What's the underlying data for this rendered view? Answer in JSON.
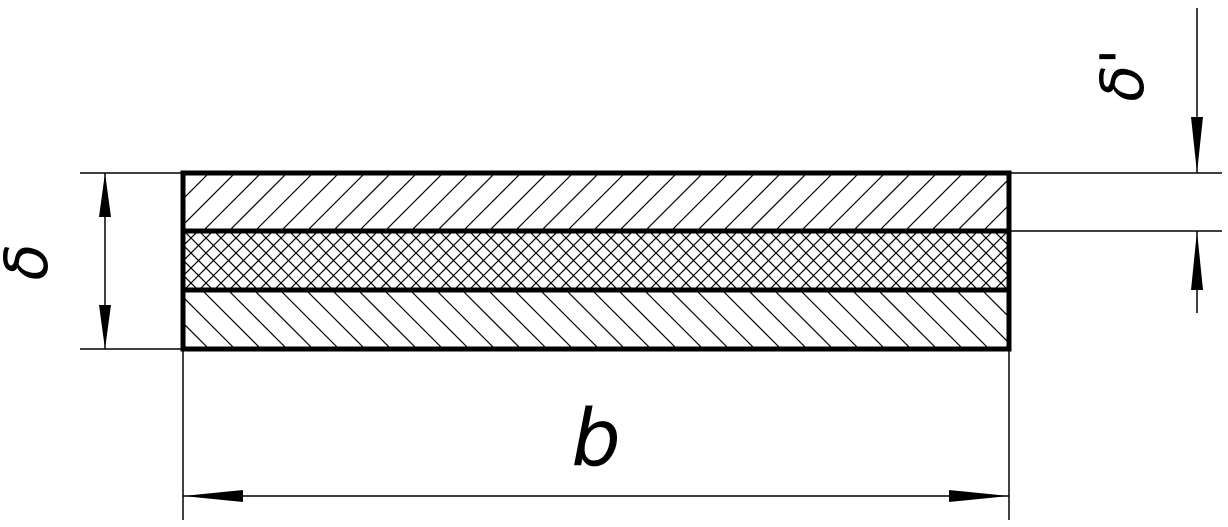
{
  "diagram": {
    "labels": {
      "total_thickness": "δ",
      "layer_thickness": "δ'",
      "width": "b"
    },
    "layers": [
      {
        "hatch": "diagonal-forward"
      },
      {
        "hatch": "cross-hatch"
      },
      {
        "hatch": "diagonal-backward"
      }
    ],
    "colors": {
      "line": "#000000",
      "background": "#ffffff"
    }
  }
}
